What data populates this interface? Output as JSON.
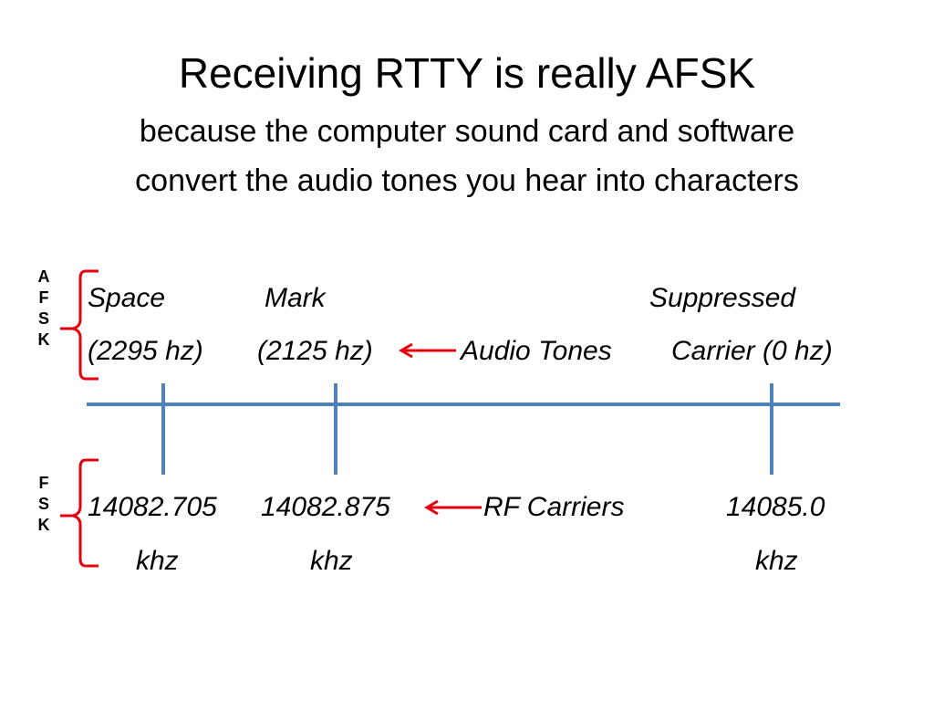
{
  "title": "Receiving RTTY is really AFSK",
  "subtitle_line1": "because the computer sound card and software",
  "subtitle_line2": "convert the audio tones you hear into characters",
  "afsk_label": [
    "A",
    "F",
    "S",
    "K"
  ],
  "fsk_label": [
    "F",
    "S",
    "K"
  ],
  "afsk": {
    "space": "Space",
    "space_freq": "(2295 hz)",
    "mark": "Mark",
    "mark_freq": "(2125 hz)",
    "audio_tones": "Audio Tones",
    "suppressed": "Suppressed",
    "carrier_freq": "Carrier (0 hz)"
  },
  "fsk": {
    "space_freq": "14082.705",
    "space_unit": "khz",
    "mark_freq": "14082.875",
    "mark_unit": "khz",
    "rf_carriers": "RF Carriers",
    "carrier_freq": "14085.0",
    "carrier_unit": "khz"
  },
  "colors": {
    "axis": "#4F81BD",
    "bracket": "#E3000F",
    "arrow": "#E3000F"
  }
}
